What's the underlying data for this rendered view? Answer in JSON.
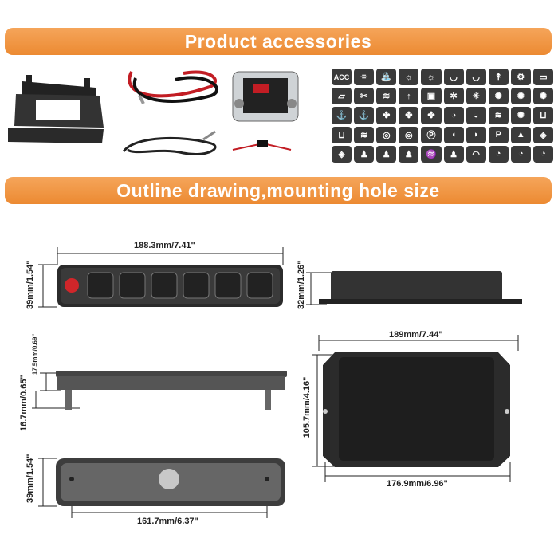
{
  "banners": {
    "accessories": "Product accessories",
    "outline": "Outline drawing,mounting hole size"
  },
  "accessories": {
    "items": [
      "mounting-bracket",
      "power-cable",
      "circuit-breaker",
      "wiring-harness",
      "fuse-wire",
      "switch-stickers"
    ],
    "sticker_labels": [
      "ACC",
      "horn",
      "water",
      "light",
      "light",
      "wiper",
      "wiper",
      "antenna",
      "gear",
      "door",
      "tailgate",
      "winch",
      "beam",
      "up",
      "camera",
      "palm",
      "sun",
      "cargo-lights",
      "lights",
      "cargo-lights",
      "anchor-up",
      "anchor-down",
      "fan",
      "fan-off",
      "fan",
      "gauge",
      "horn-alt",
      "heat",
      "gear-light",
      "tank-up",
      "tank",
      "spot",
      "pump",
      "pump",
      "parking",
      "headlight",
      "foglight",
      "park-light",
      "warning",
      "defrost",
      "defrost",
      "seat",
      "seat",
      "seat",
      "lock",
      "heat-seat",
      "defrost-front",
      "rock-light",
      "rock-light",
      "rock-light"
    ]
  },
  "dimensions": {
    "front_width": "188.3mm/7.41\"",
    "front_height": "39mm/1.54\"",
    "side_height": "32mm/1.26\"",
    "body_height": "17.5mm/0.69\"",
    "screw_length": "16.7mm/0.65\"",
    "back_width": "189mm/7.44\"",
    "back_height": "105.7mm/4.16\"",
    "back_hole_spacing": "176.9mm/6.96\"",
    "bottom_height": "39mm/1.54\"",
    "bottom_hole_spacing": "161.7mm/6.37\""
  },
  "colors": {
    "banner": "#ec8a32",
    "panel": "#2b2b2b",
    "button_red": "#d0262a"
  }
}
